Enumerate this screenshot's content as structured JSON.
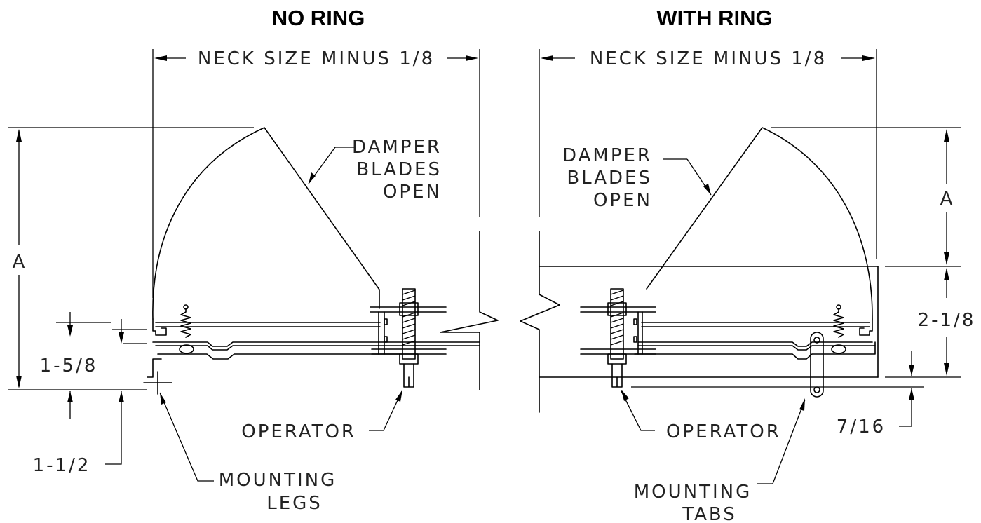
{
  "titles": {
    "left": "NO RING",
    "right": "WITH RING"
  },
  "labels": {
    "neck_left": "NECK SIZE MINUS 1/8",
    "neck_right": "NECK SIZE MINUS 1/8",
    "damper_left": [
      "DAMPER",
      "BLADES",
      "OPEN"
    ],
    "damper_right": [
      "DAMPER",
      "BLADES",
      "OPEN"
    ],
    "a_left": "A",
    "a_right": "A",
    "dim_1_5_8": "1-5/8",
    "dim_1_1_2": "1-1/2",
    "dim_2_1_8": "2-1/8",
    "dim_7_16": "7/16",
    "operator_left": "OPERATOR",
    "operator_right": "OPERATOR",
    "mounting_legs": [
      "MOUNTING",
      "LEGS"
    ],
    "mounting_tabs": [
      "MOUNTING",
      "TABS"
    ]
  }
}
